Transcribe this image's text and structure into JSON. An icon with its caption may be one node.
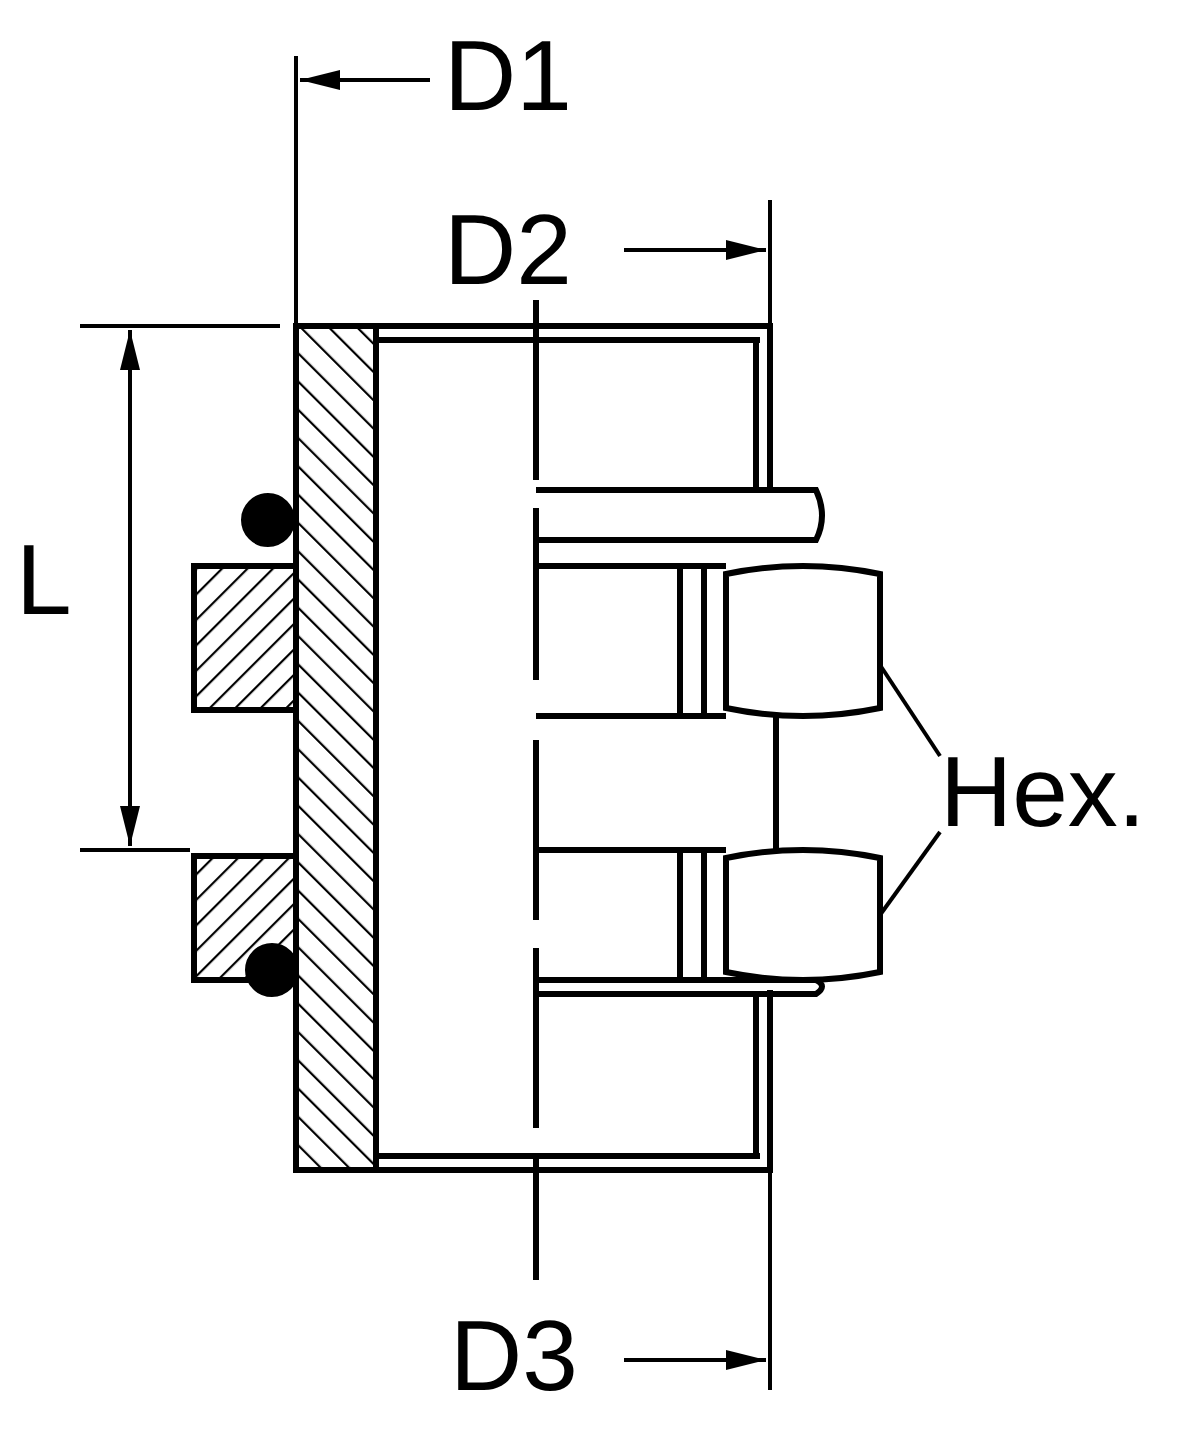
{
  "diagram": {
    "nodes": [
      {
        "text": [
          "Hex."
        ]
      },
      {
        "text": [],
        "shape": "box"
      },
      {
        "text": [],
        "shape": "box"
      }
    ],
    "edges": [
      {
        "from": 0,
        "to": 1,
        "arrow": "none"
      },
      {
        "from": 0,
        "to": 2,
        "arrow": "none"
      }
    ],
    "labels": [
      "D1",
      "D2",
      "L",
      "D3"
    ]
  }
}
